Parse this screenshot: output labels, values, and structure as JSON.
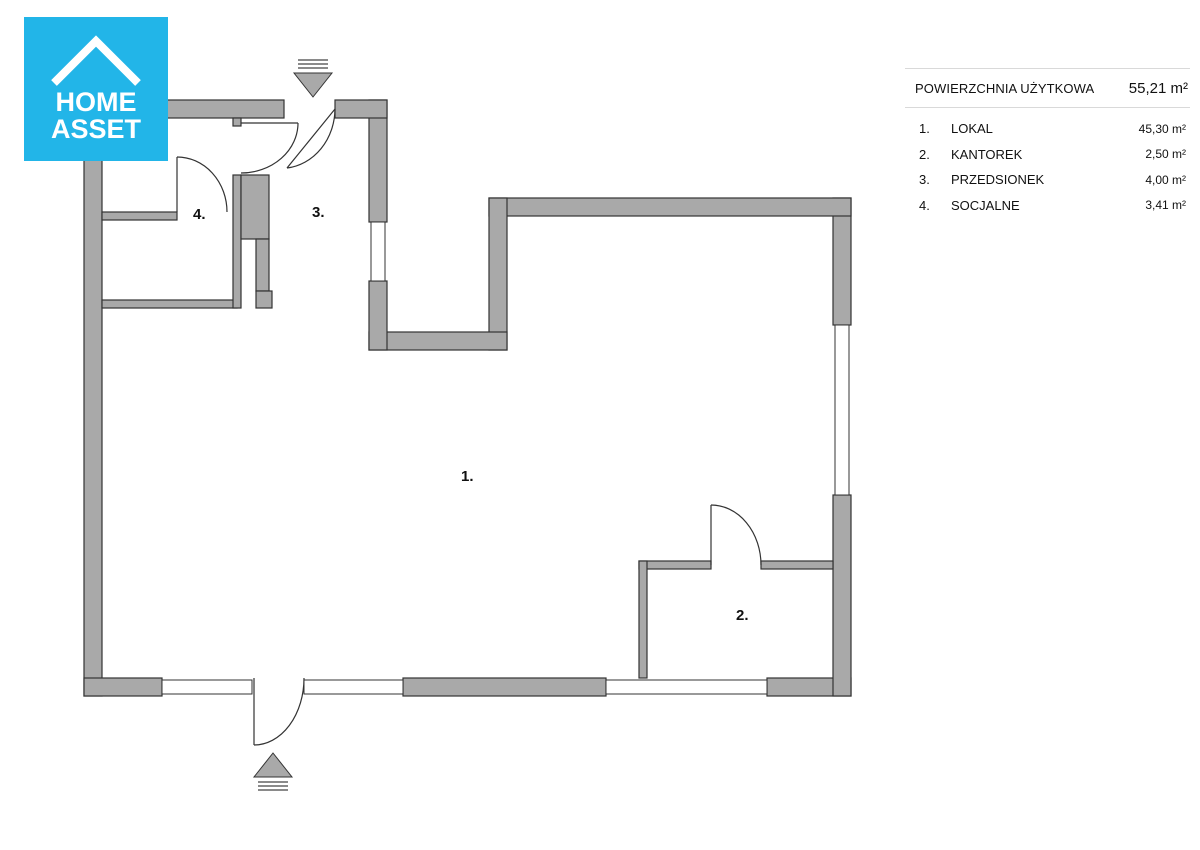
{
  "logo": {
    "line1": "HOME",
    "line2": "ASSET"
  },
  "colors": {
    "brand": "#22b5e8",
    "wall": "#a9a9a9",
    "wall_stroke": "#333333"
  },
  "summary": {
    "title": "POWIERZCHNIA UŻYTKOWA",
    "value": "55,21 m²"
  },
  "rooms": [
    {
      "number": "1.",
      "name": "LOKAL",
      "area": "45,30 m²"
    },
    {
      "number": "2.",
      "name": "KANTOREK",
      "area": "2,50 m²"
    },
    {
      "number": "3.",
      "name": "PRZEDSIONEK",
      "area": "4,00 m²"
    },
    {
      "number": "4.",
      "name": "SOCJALNE",
      "area": "3,41 m²"
    }
  ],
  "labels": {
    "room1": "1.",
    "room2": "2.",
    "room3": "3.",
    "room4": "4."
  }
}
